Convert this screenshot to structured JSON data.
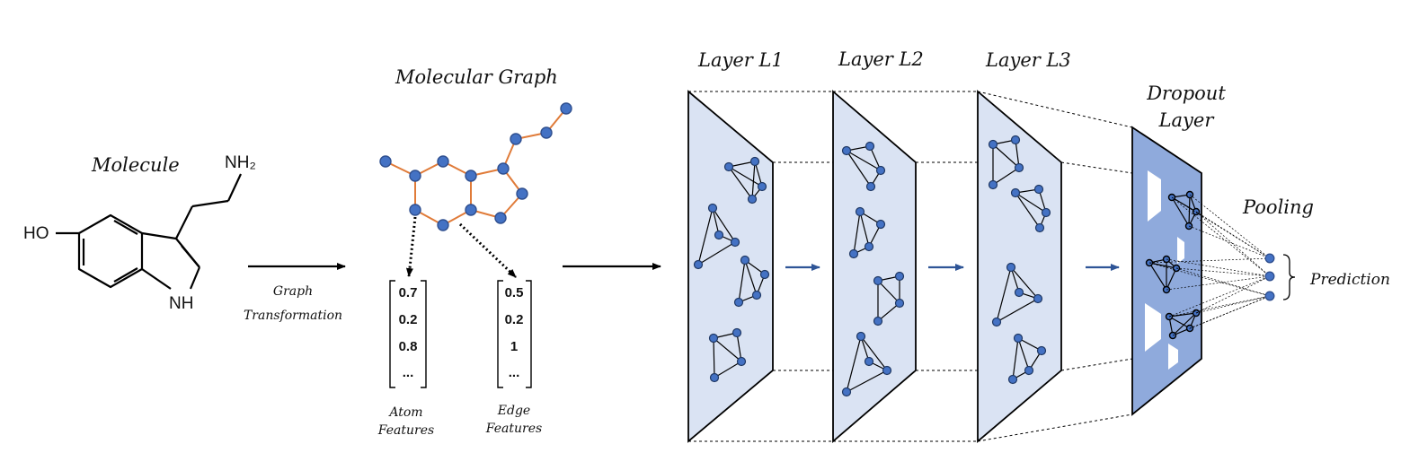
{
  "molecule": {
    "title": "Molecule",
    "ho_label": "HO",
    "nh_label": "NH",
    "nh2_label": "NH₂"
  },
  "transformation": {
    "line1": "Graph",
    "line2": "Transformation"
  },
  "molecular_graph": {
    "title": "Molecular Graph",
    "atom_features": {
      "values": [
        "0.7",
        "0.2",
        "0.8",
        "..."
      ],
      "label_line1": "Atom",
      "label_line2": "Features"
    },
    "edge_features": {
      "values": [
        "0.5",
        "0.2",
        "1",
        "..."
      ],
      "label_line1": "Edge",
      "label_line2": "Features"
    }
  },
  "layers": [
    {
      "label": "Layer L1"
    },
    {
      "label": "Layer L2"
    },
    {
      "label": "Layer L3"
    }
  ],
  "dropout": {
    "line1": "Dropout",
    "line2": "Layer"
  },
  "pooling": {
    "label": "Pooling"
  },
  "prediction": {
    "label": "Prediction"
  },
  "colors": {
    "node_fill": "#4472C4",
    "node_stroke": "#2F4F8F",
    "bond_orange": "#E07B39",
    "layer_fill": "#DAE3F3",
    "dropout_fill": "#8FAADC",
    "arrow_blue": "#2F5597"
  }
}
